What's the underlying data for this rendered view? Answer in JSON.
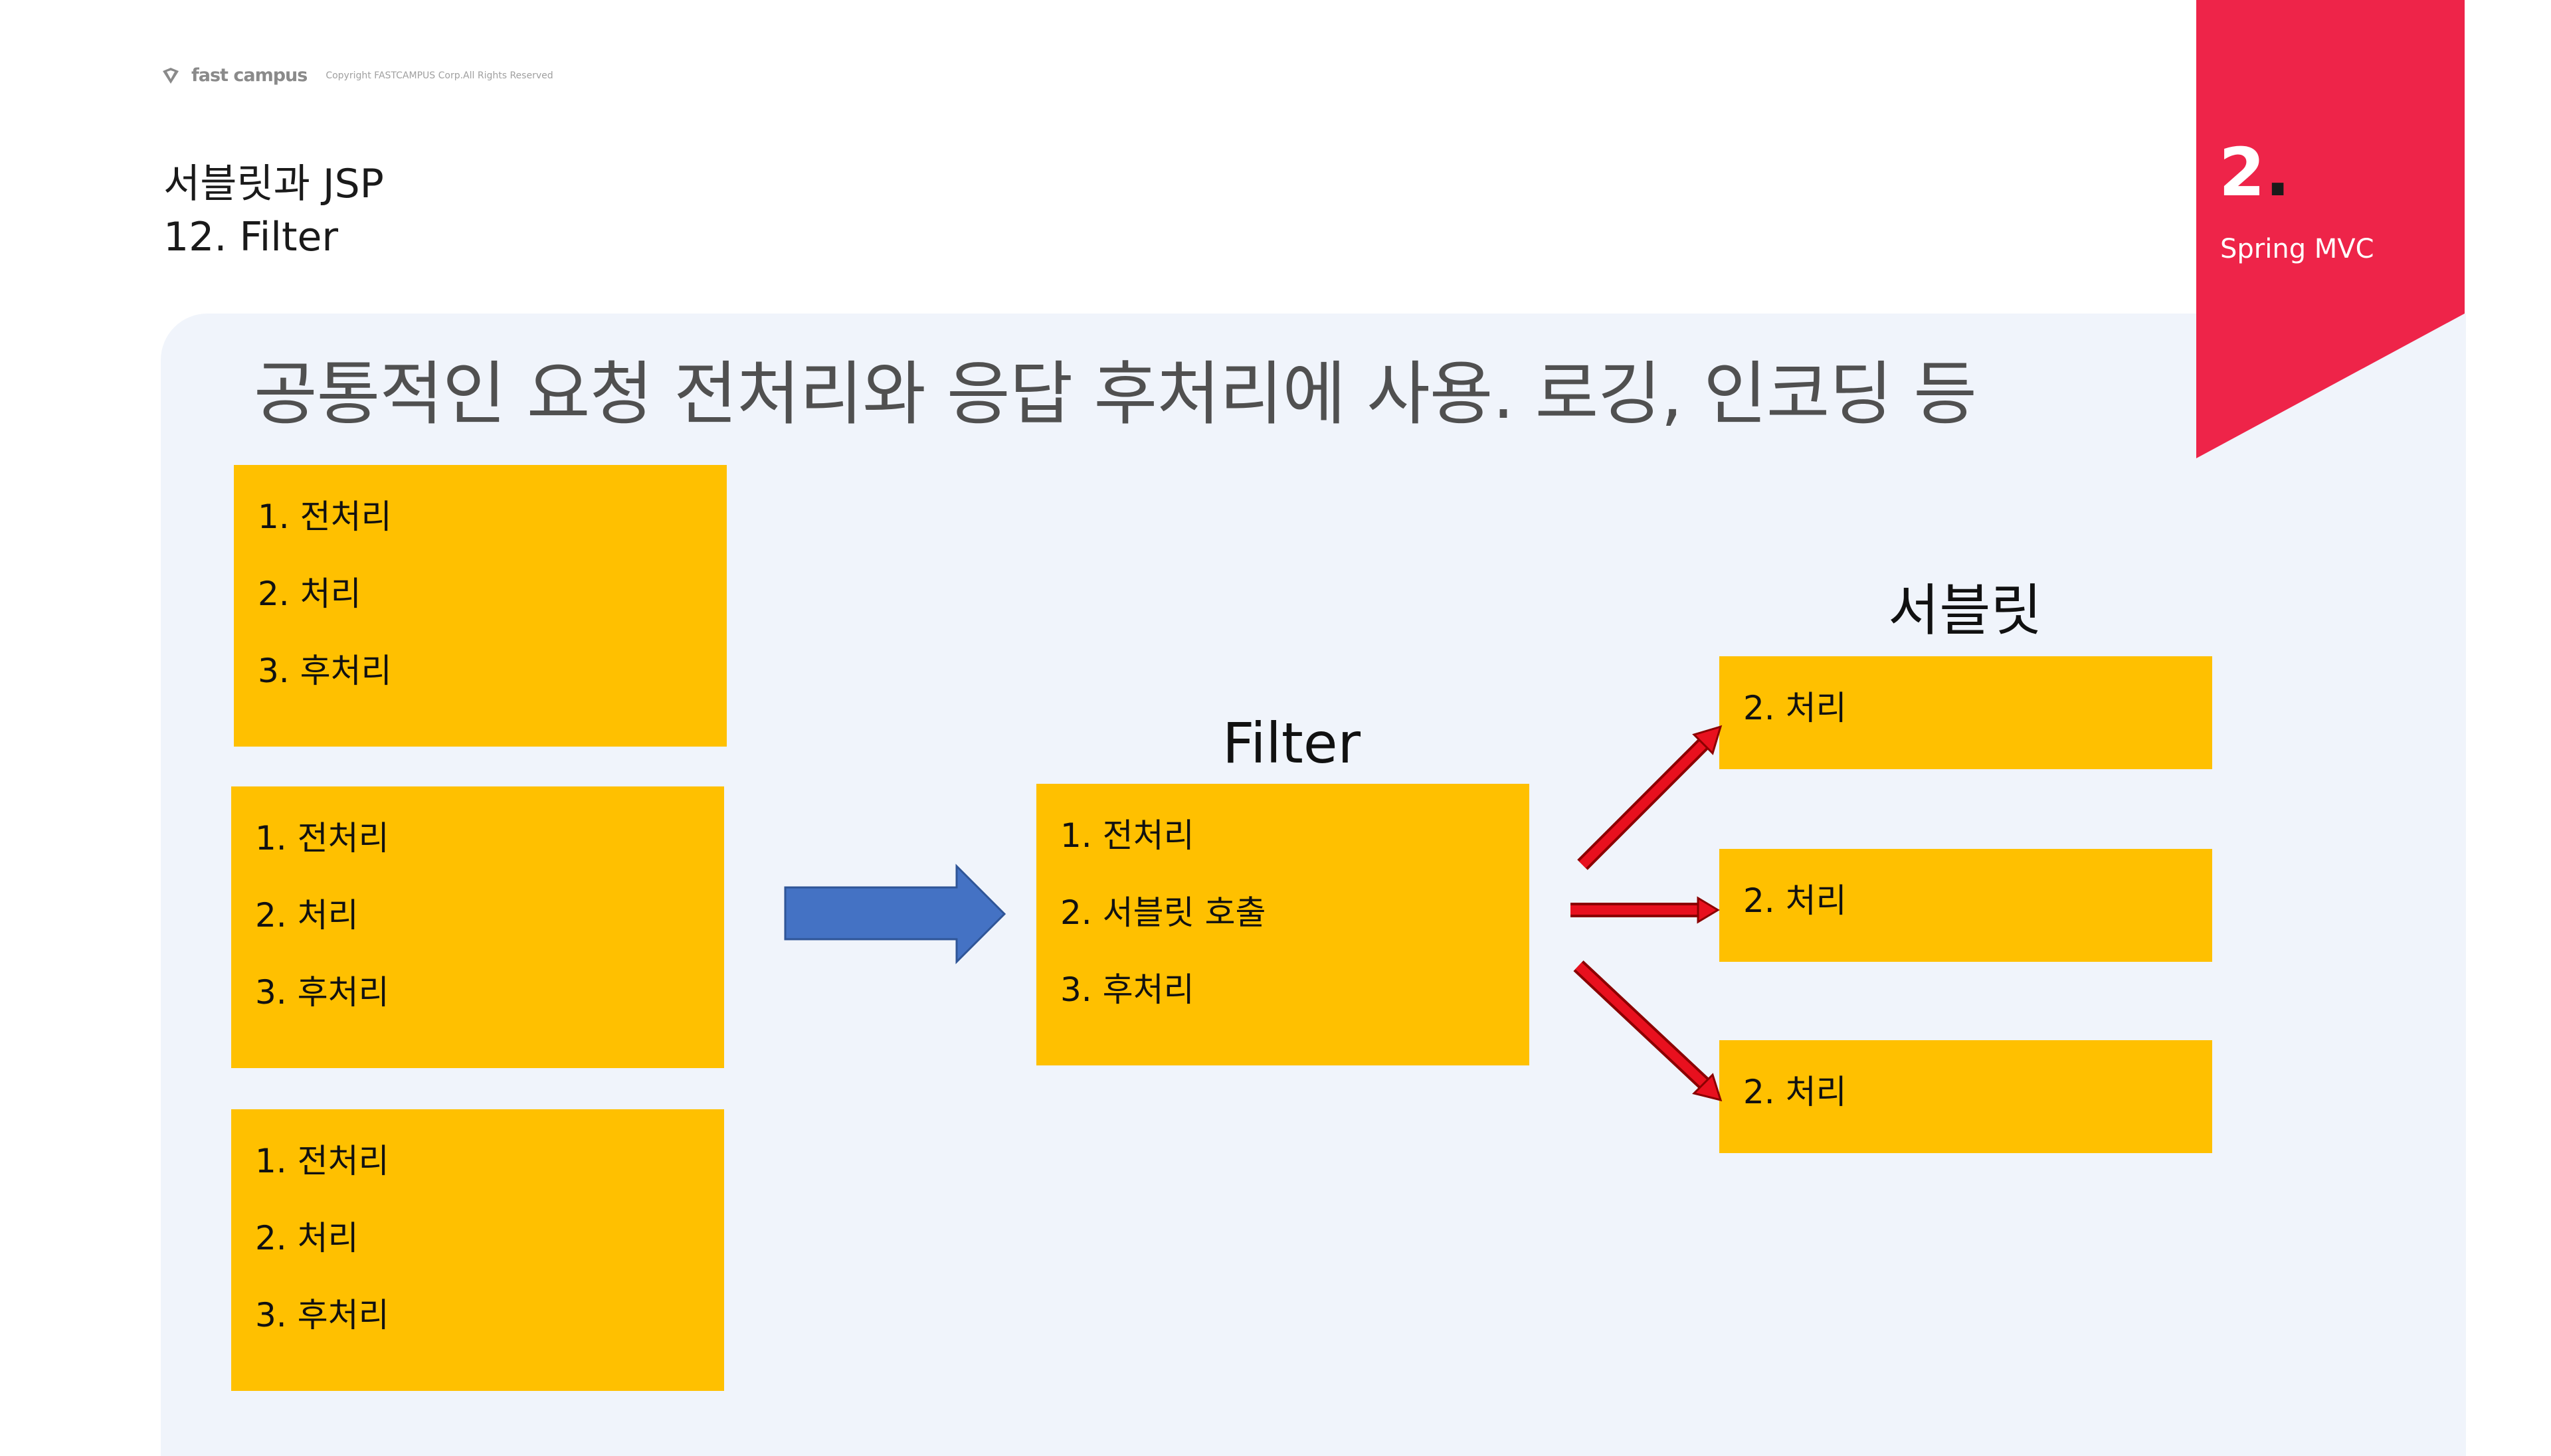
{
  "header": {
    "logo_text": "fast campus",
    "copyright": "Copyright FASTCAMPUS Corp.All Rights Reserved",
    "title": "서블릿과 JSP",
    "subtitle": "12. Filter"
  },
  "section": {
    "number": "2",
    "dot": ".",
    "name": "Spring MVC",
    "accent_color": "#ee2449"
  },
  "headline": "공통적인 요청 전처리와 응답 후처리에 사용. 로깅, 인코딩 등",
  "filters_left": [
    {
      "lines": [
        "1. 전처리",
        "2. 처리",
        "3. 후처리"
      ]
    },
    {
      "lines": [
        "1. 전처리",
        "2. 처리",
        "3. 후처리"
      ]
    },
    {
      "lines": [
        "1. 전처리",
        "2. 처리",
        "3. 후처리"
      ]
    }
  ],
  "filter": {
    "caption": "Filter",
    "lines": [
      "1. 전처리",
      "2. 서블릿 호출",
      "3. 후처리"
    ]
  },
  "servlet": {
    "caption": "서블릿",
    "boxes": [
      "2. 처리",
      "2. 처리",
      "2. 처리"
    ]
  },
  "colors": {
    "box_fill": "#ffc000",
    "panel_bg": "#f0f4fb",
    "blue_arrow": "#4472c4",
    "red_arrow": "#e8101e"
  }
}
